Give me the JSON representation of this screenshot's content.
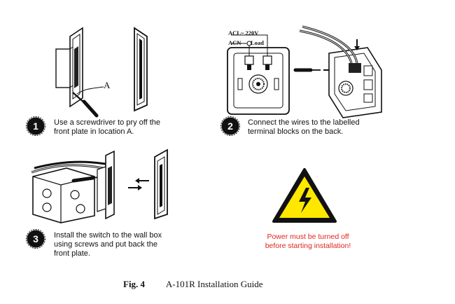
{
  "steps": [
    {
      "number": "1",
      "text_line1": "Use a screwdriver to pry off the",
      "text_line2": "front plate in location A."
    },
    {
      "number": "2",
      "text_line1": "Connect the wires to the labelled",
      "text_line2": "terminal blocks on the back."
    },
    {
      "number": "3",
      "text_line1": "Install the switch to the wall box",
      "text_line2": "using screws and put back the",
      "text_line3": "front plate."
    }
  ],
  "illustration": {
    "location_label": "A",
    "wire_label_acl": "ACL~ 220V",
    "wire_label_acn": "ACN",
    "wire_label_load": "Load"
  },
  "warning": {
    "line1": "Power must be turned off",
    "line2": "before starting installation!",
    "color": "#e0241b",
    "sign_fill": "#ffe800"
  },
  "caption": {
    "fig_label": "Fig. 4",
    "title": "A-101R Installation Guide"
  }
}
